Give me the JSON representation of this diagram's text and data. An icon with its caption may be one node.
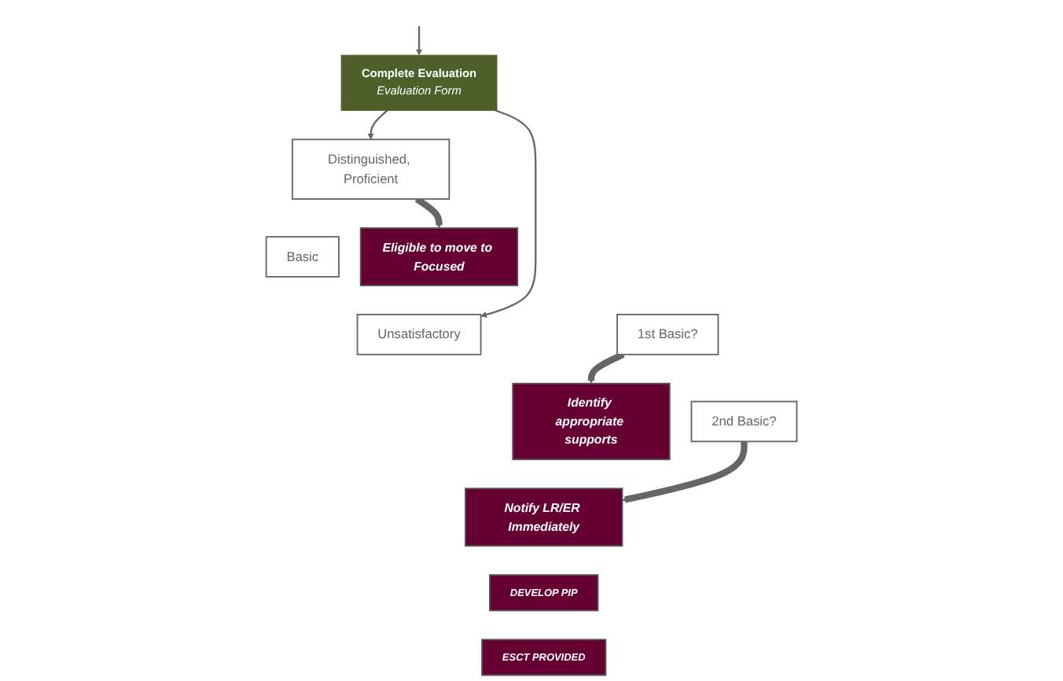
{
  "diagram": {
    "nodes": [
      {
        "text": [
          "Complete Evaluation",
          "Evaluation Form"
        ]
      },
      {
        "text": [
          "Distinguished, Proficient"
        ]
      },
      {
        "text": [
          "Basic"
        ]
      },
      {
        "text": [
          "Unsatisfactory"
        ]
      },
      {
        "text": [
          "1st Basic?"
        ]
      },
      {
        "text": [
          "2nd Basic?"
        ]
      },
      {
        "text": [
          "Notify LR/ER Immediately"
        ]
      },
      {
        "text": [
          "Eligible to move to Focused"
        ]
      },
      {
        "text": [
          "Identify appropriate supports"
        ]
      },
      {
        "text": [
          "DEVELOP PIP"
        ]
      },
      {
        "text": [
          "ESCT PROVIDED"
        ]
      }
    ],
    "edges": [
      {
        "from": null,
        "to": 0,
        "arrow": "to"
      },
      {
        "from": 0,
        "to": 1,
        "arrow": "to"
      },
      {
        "from": 0,
        "to": 3,
        "arrow": "to"
      },
      {
        "from": 1,
        "to": 7,
        "arrow": "to",
        "style": "thick"
      },
      {
        "from": 4,
        "to": 8,
        "arrow": "to",
        "style": "thick"
      },
      {
        "from": 5,
        "to": 6,
        "arrow": "to",
        "style": "thick"
      }
    ]
  }
}
